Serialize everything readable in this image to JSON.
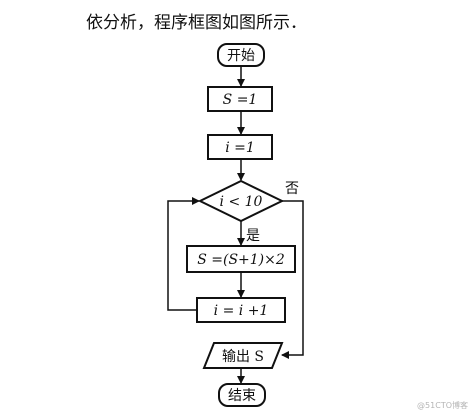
{
  "intro_text": "依分析，程序框图如图所示．",
  "flowchart": {
    "start": "开始",
    "init_s": "S =1",
    "init_i": "i =1",
    "condition": "i < 10",
    "label_no": "否",
    "label_yes": "是",
    "process": "S =(S+1)×2",
    "increment": "i = i +1",
    "output": "输出 S",
    "end": "结束"
  },
  "watermark": "@51CTO博客"
}
